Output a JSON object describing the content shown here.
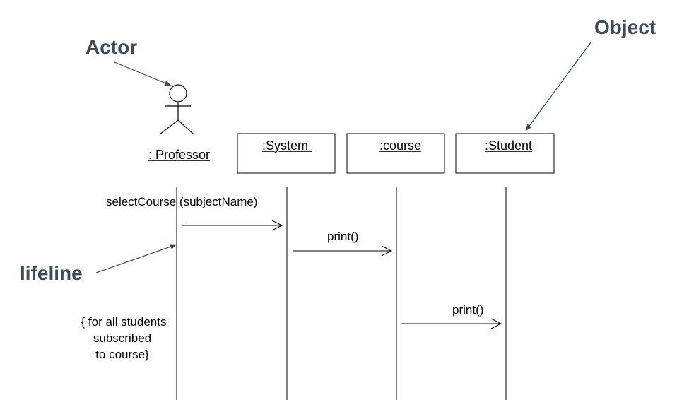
{
  "colors": {
    "callout": "#3d4a5c",
    "line": "#000000",
    "text": "#000000"
  },
  "callouts": {
    "actor": "Actor",
    "object": "Object",
    "lifeline": "lifeline"
  },
  "participants": {
    "professor": ": Professor",
    "system": ":System ",
    "course": ":course",
    "student": ":Student"
  },
  "messages": {
    "select_course": "selectCourse (subjectName)",
    "print_course": "print()",
    "print_student": "print()"
  },
  "note": {
    "line1": "{ for all students",
    "line2": "subscribed",
    "line3": "to course}"
  }
}
